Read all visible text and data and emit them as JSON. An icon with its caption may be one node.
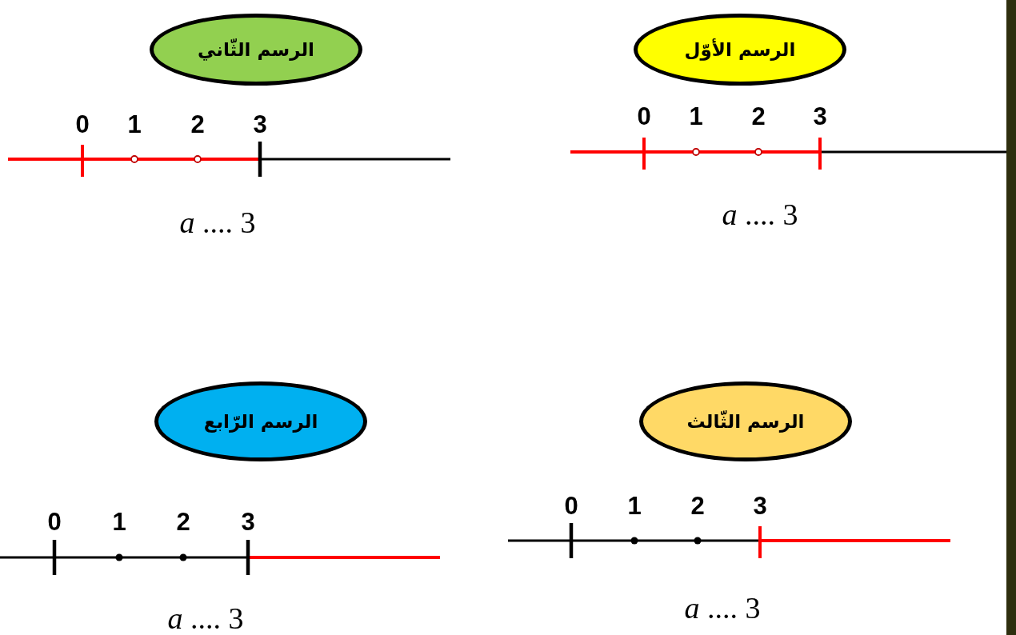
{
  "diagram": {
    "nodes": [
      {
        "text": [
          "الرسم الأوّل"
        ]
      },
      {
        "text": [
          "الرسم الثّاني"
        ]
      },
      {
        "text": [
          "الرسم الثّالث"
        ]
      },
      {
        "text": [
          "الرسم الرّابع"
        ]
      }
    ],
    "labels": [
      "0",
      "1",
      "2",
      "3",
      "*a* .... 3",
      "0",
      "1",
      "2",
      "3",
      "*a* .... 3",
      "0",
      "1",
      "2",
      "3",
      "*a* .... 3",
      "0",
      "1",
      "2",
      "3",
      "*a* .... 3"
    ]
  }
}
